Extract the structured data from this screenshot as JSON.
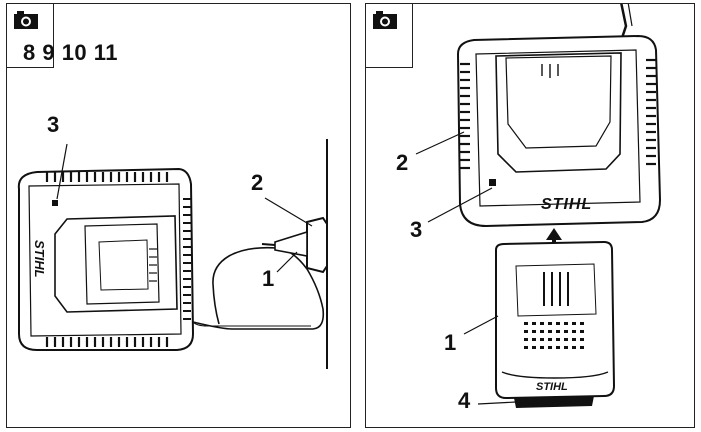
{
  "left_panel": {
    "figure_refs": "8 9 10 11",
    "callouts": {
      "c1": "1",
      "c2": "2",
      "c3": "3"
    },
    "charger_logo": "STIHL"
  },
  "right_panel": {
    "callouts": {
      "c1": "1",
      "c2": "2",
      "c3": "3",
      "c4": "4"
    },
    "charger_logo": "STIHL",
    "battery_logo": "STIHL"
  },
  "icons": [
    "camera-icon",
    "camera-icon"
  ]
}
